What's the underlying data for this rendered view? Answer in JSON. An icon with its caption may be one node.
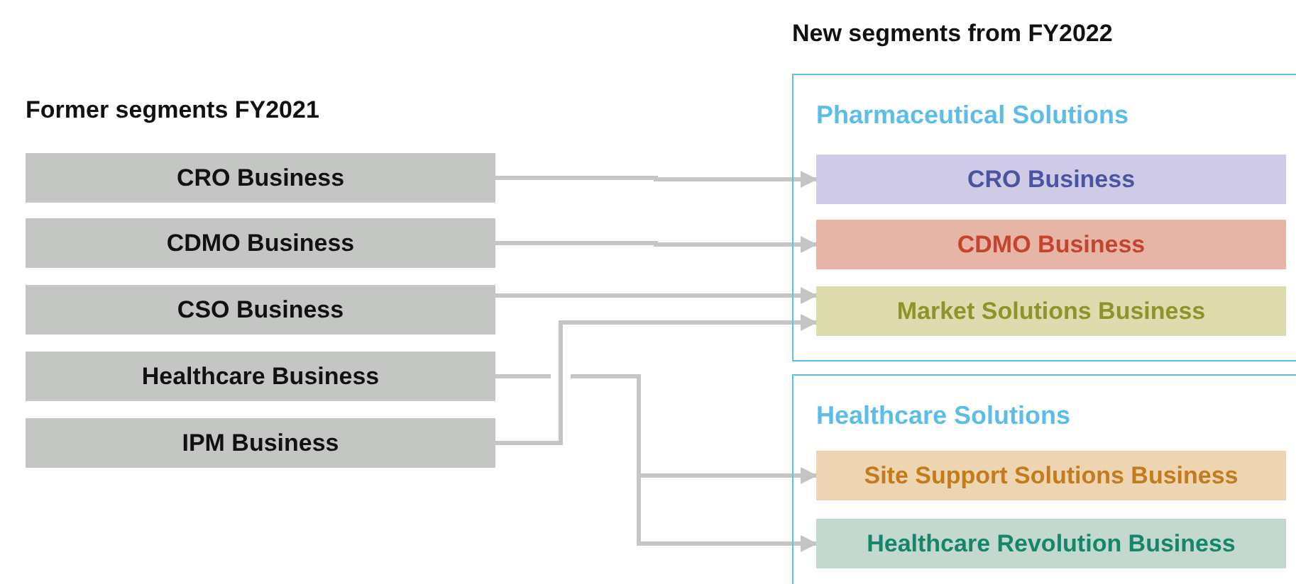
{
  "diagram": {
    "nodes": [
      {
        "text": [
          "CRO Business"
        ]
      },
      {
        "text": [
          "CDMO Business"
        ]
      },
      {
        "text": [
          "CSO Business"
        ]
      },
      {
        "text": [
          "Healthcare Business"
        ]
      },
      {
        "text": [
          "IPM Business"
        ]
      },
      {
        "text": [
          "Pharmaceutical Solutions"
        ]
      },
      {
        "text": [
          "CRO Business"
        ],
        "in": 5
      },
      {
        "text": [
          "CDMO Business"
        ],
        "in": 5
      },
      {
        "text": [
          "Market Solutions Business"
        ],
        "in": 5
      },
      {
        "text": [
          "Healthcare Solutions"
        ]
      },
      {
        "text": [
          "Site Support Solutions Business"
        ],
        "in": 9
      },
      {
        "text": [
          "Healthcare Revolution Business"
        ],
        "in": 9
      }
    ],
    "edges": [
      {
        "from": 0,
        "to": 6,
        "arrow": "to"
      },
      {
        "from": 1,
        "to": 7,
        "arrow": "to"
      },
      {
        "from": 2,
        "to": 8,
        "arrow": "to"
      },
      {
        "from": 4,
        "to": 8,
        "arrow": "to"
      },
      {
        "from": 3,
        "to": 10,
        "arrow": "to"
      },
      {
        "from": 3,
        "to": 11,
        "arrow": "to"
      }
    ],
    "labels": [
      "New segments from FY2022",
      "Former segments FY2021"
    ]
  }
}
